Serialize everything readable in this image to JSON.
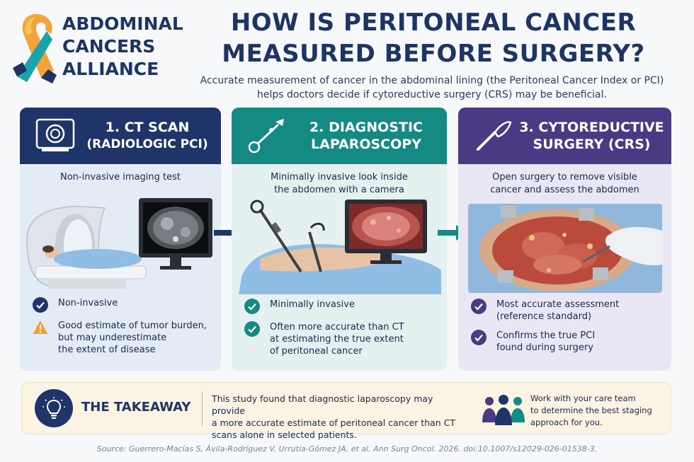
{
  "logo": {
    "line1": "ABDOMINAL",
    "line2": "CANCERS",
    "line3": "ALLIANCE"
  },
  "header": {
    "title_line1": "HOW IS PERITONEAL CANCER",
    "title_line2": "MEASURED BEFORE SURGERY?",
    "subtitle_line1": "Accurate measurement of cancer in the abdominal lining (the Peritoneal Cancer Index or PCI)",
    "subtitle_line2": "helps doctors decide if cytoreductive surgery (CRS) may be beneficial."
  },
  "panels": [
    {
      "title_line1": "1. CT SCAN",
      "title_line2": "(RADIOLOGIC PCI)",
      "description_line1": "Non-invasive imaging test",
      "description_line2": "",
      "items": [
        {
          "icon": "check-icon",
          "line1": "Non-invasive",
          "line2": "",
          "line3": ""
        },
        {
          "icon": "warning-icon",
          "line1": "Good estimate of tumor burden,",
          "line2": "but may underestimate",
          "line3": "the extent of disease"
        }
      ]
    },
    {
      "title_line1": "2. DIAGNOSTIC",
      "title_line2": "LAPAROSCOPY",
      "description_line1": "Minimally invasive look inside",
      "description_line2": "the abdomen with a camera",
      "items": [
        {
          "icon": "check-icon",
          "line1": "Minimally invasive",
          "line2": "",
          "line3": ""
        },
        {
          "icon": "check-icon",
          "line1": "Often more accurate than CT",
          "line2": "at estimating the true extent",
          "line3": "of peritoneal cancer"
        }
      ]
    },
    {
      "title_line1": "3. CYTOREDUCTIVE",
      "title_line2": "SURGERY (CRS)",
      "description_line1": "Open surgery to remove visible",
      "description_line2": "cancer and assess the abdomen",
      "items": [
        {
          "icon": "check-icon",
          "line1": "Most accurate assessment",
          "line2": "(reference standard)",
          "line3": ""
        },
        {
          "icon": "check-icon",
          "line1": "Confirms the true PCI",
          "line2": "found during surgery",
          "line3": ""
        }
      ]
    }
  ],
  "takeaway": {
    "title": "THE TAKEAWAY",
    "text_line1": "This study found that diagnostic laparoscopy may provide",
    "text_line2": "a more accurate estimate of peritoneal cancer than CT",
    "text_line3": "scans alone in selected patients.",
    "team_line1": "Work with your care team",
    "team_line2": "to determine the best staging",
    "team_line3": "approach for you."
  },
  "source": "Source: Guerrero-Macías S, Ávila-Rodríguez V, Urrutia-Gómez JA, et al. Ann Surg Oncol. 2026. doi:10.1007/s12029-026-01538-3.",
  "colors": {
    "navy": "#1f3469",
    "teal": "#148a82",
    "purple": "#4a3a83",
    "ribbon_orange": "#f2a33a",
    "ribbon_teal": "#1aa3a8",
    "warning": "#f0a030"
  }
}
